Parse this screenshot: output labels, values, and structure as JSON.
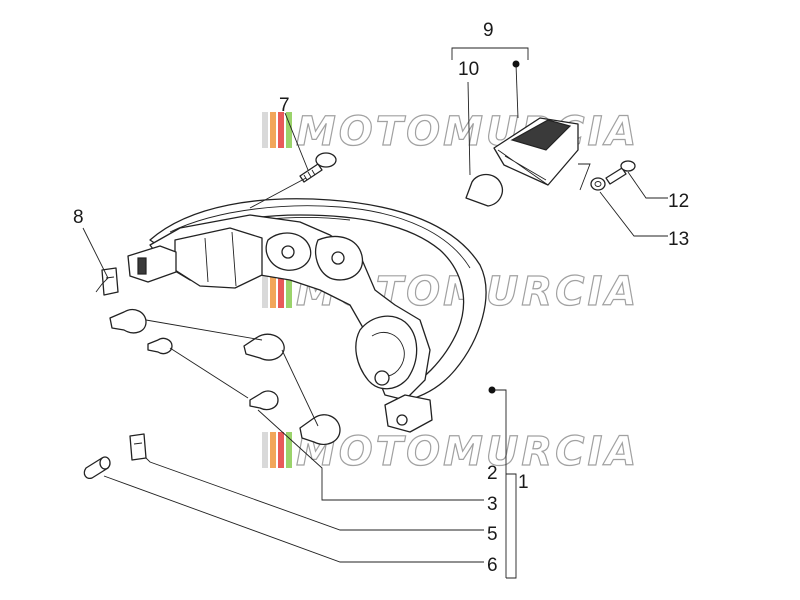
{
  "diagram": {
    "callouts": {
      "c1": "1",
      "c2": "2",
      "c3": "3",
      "c5": "5",
      "c6": "6",
      "c7": "7",
      "c8": "8",
      "c9": "9",
      "c10": "10",
      "c12": "12",
      "c13": "13"
    },
    "watermark": {
      "text": "MOTOMURCIA",
      "colors": [
        "#d9d9d9",
        "#f2a65a",
        "#e85a5a",
        "#9bd36b"
      ]
    }
  }
}
